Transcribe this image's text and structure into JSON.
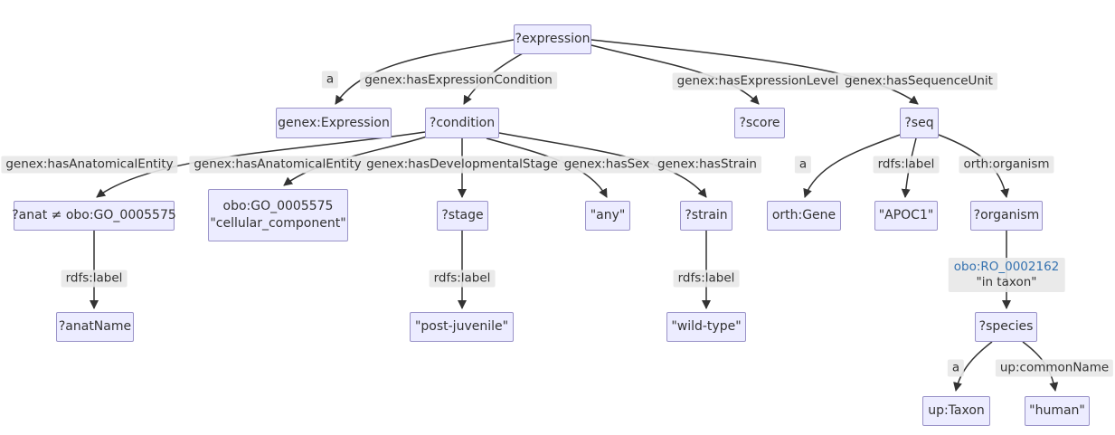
{
  "diagram": {
    "type": "rdf-query-graph",
    "colors": {
      "background": "#ffffff",
      "node_fill": "#ECECFF",
      "node_border": "#9A93C8",
      "edge_color": "#333333",
      "edge_label_bg": "#e8e8e8",
      "text_color": "#333333",
      "link_color": "#3572B0"
    },
    "nodes": {
      "expression": {
        "label": "?expression"
      },
      "genex_expression": {
        "label": "genex:Expression"
      },
      "condition": {
        "label": "?condition"
      },
      "score": {
        "label": "?score"
      },
      "seq": {
        "label": "?seq"
      },
      "anat": {
        "label": "?anat ≠ obo:GO_0005575"
      },
      "go_cellular": {
        "line1": "obo:GO_0005575",
        "line2": "\"cellular_component\""
      },
      "stage": {
        "label": "?stage"
      },
      "any": {
        "label": "\"any\""
      },
      "strain": {
        "label": "?strain"
      },
      "orth_gene": {
        "label": "orth:Gene"
      },
      "apoc1": {
        "label": "\"APOC1\""
      },
      "organism": {
        "label": "?organism"
      },
      "anat_name": {
        "label": "?anatName"
      },
      "post_juvenile": {
        "label": "\"post-juvenile\""
      },
      "wild_type": {
        "label": "\"wild-type\""
      },
      "species": {
        "label": "?species"
      },
      "up_taxon": {
        "label": "up:Taxon"
      },
      "human": {
        "label": "\"human\""
      }
    },
    "edge_labels": {
      "a_expression": {
        "label": "a"
      },
      "has_expression_condition": {
        "label": "genex:hasExpressionCondition"
      },
      "has_expression_level": {
        "label": "genex:hasExpressionLevel"
      },
      "has_sequence_unit": {
        "label": "genex:hasSequenceUnit"
      },
      "has_anatomical_entity_1": {
        "label": "genex:hasAnatomicalEntity"
      },
      "has_anatomical_entity_2": {
        "label": "genex:hasAnatomicalEntity"
      },
      "has_developmental_stage": {
        "label": "genex:hasDevelopmentalStage"
      },
      "has_sex": {
        "label": "genex:hasSex"
      },
      "has_strain": {
        "label": "genex:hasStrain"
      },
      "a_seq": {
        "label": "a"
      },
      "rdfs_label_seq": {
        "label": "rdfs:label"
      },
      "orth_organism": {
        "label": "orth:organism"
      },
      "rdfs_label_anat": {
        "label": "rdfs:label"
      },
      "rdfs_label_stage": {
        "label": "rdfs:label"
      },
      "rdfs_label_strain": {
        "label": "rdfs:label"
      },
      "in_taxon": {
        "line1": "obo:RO_0002162",
        "line2": "\"in taxon\""
      },
      "a_species": {
        "label": "a"
      },
      "up_common_name": {
        "label": "up:commonName"
      }
    },
    "edges": [
      {
        "from": "?expression",
        "label": "a",
        "to": "genex:Expression"
      },
      {
        "from": "?expression",
        "label": "genex:hasExpressionCondition",
        "to": "?condition"
      },
      {
        "from": "?expression",
        "label": "genex:hasExpressionLevel",
        "to": "?score"
      },
      {
        "from": "?expression",
        "label": "genex:hasSequenceUnit",
        "to": "?seq"
      },
      {
        "from": "?condition",
        "label": "genex:hasAnatomicalEntity",
        "to": "?anat ≠ obo:GO_0005575"
      },
      {
        "from": "?condition",
        "label": "genex:hasAnatomicalEntity",
        "to": "obo:GO_0005575 \"cellular_component\""
      },
      {
        "from": "?condition",
        "label": "genex:hasDevelopmentalStage",
        "to": "?stage"
      },
      {
        "from": "?condition",
        "label": "genex:hasSex",
        "to": "\"any\""
      },
      {
        "from": "?condition",
        "label": "genex:hasStrain",
        "to": "?strain"
      },
      {
        "from": "?anat ≠ obo:GO_0005575",
        "label": "rdfs:label",
        "to": "?anatName"
      },
      {
        "from": "?stage",
        "label": "rdfs:label",
        "to": "\"post-juvenile\""
      },
      {
        "from": "?strain",
        "label": "rdfs:label",
        "to": "\"wild-type\""
      },
      {
        "from": "?seq",
        "label": "a",
        "to": "orth:Gene"
      },
      {
        "from": "?seq",
        "label": "rdfs:label",
        "to": "\"APOC1\""
      },
      {
        "from": "?seq",
        "label": "orth:organism",
        "to": "?organism"
      },
      {
        "from": "?organism",
        "label": "obo:RO_0002162 \"in taxon\"",
        "to": "?species"
      },
      {
        "from": "?species",
        "label": "a",
        "to": "up:Taxon"
      },
      {
        "from": "?species",
        "label": "up:commonName",
        "to": "\"human\""
      }
    ]
  }
}
